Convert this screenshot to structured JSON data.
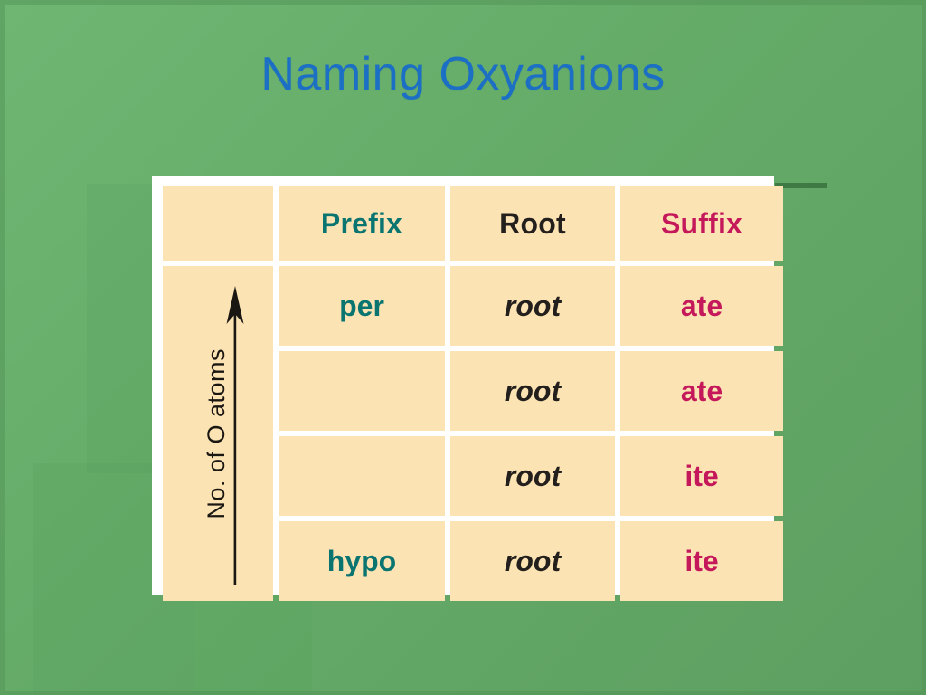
{
  "slide": {
    "title": "Naming Oxyanions",
    "title_color": "#1b6fc4",
    "background_color": "#68b06d",
    "accent_bar_color": "#3f7a45"
  },
  "figure": {
    "cell_background": "#fbe3b3",
    "gridline_color": "#ffffff",
    "axis_label": "No. of O atoms",
    "axis_arrow_direction": "up",
    "axis_arrow_icon": "up-arrow-icon",
    "colors": {
      "prefix": "#0a7570",
      "root": "#231f1c",
      "suffix": "#c4185a"
    },
    "columns": [
      {
        "key": "axis",
        "header": ""
      },
      {
        "key": "prefix",
        "header": "Prefix"
      },
      {
        "key": "root",
        "header": "Root"
      },
      {
        "key": "suffix",
        "header": "Suffix"
      }
    ],
    "headers": {
      "prefix": "Prefix",
      "root": "Root",
      "suffix": "Suffix"
    },
    "rows": [
      {
        "prefix": "per",
        "root": "root",
        "suffix": "ate"
      },
      {
        "prefix": "",
        "root": "root",
        "suffix": "ate"
      },
      {
        "prefix": "",
        "root": "root",
        "suffix": "ite"
      },
      {
        "prefix": "hypo",
        "root": "root",
        "suffix": "ite"
      }
    ]
  }
}
